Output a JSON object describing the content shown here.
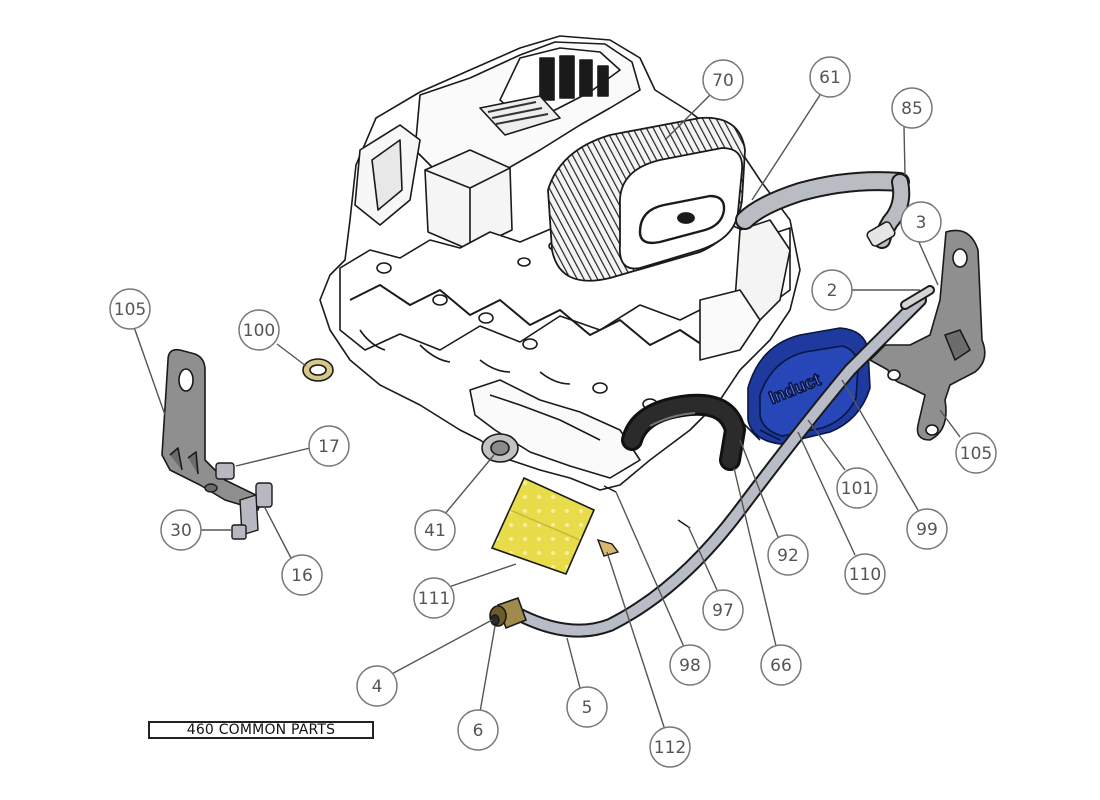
{
  "title_label": "460 COMMON PARTS",
  "balloons": [
    "70",
    "61",
    "85",
    "3",
    "2",
    "105",
    "100",
    "17",
    "30",
    "16",
    "41",
    "111",
    "4",
    "6",
    "5",
    "112",
    "98",
    "66",
    "97",
    "92",
    "110",
    "101",
    "99",
    "105"
  ],
  "part_label_text": "Induct",
  "colors": {
    "leader": "#555555",
    "balloon_stroke": "#777777",
    "part_outline": "#1a1a1a",
    "highlight_blue": "#1e3a9e",
    "highlight_yellow": "#e9dc4a",
    "hose_gray": "#a9acb3",
    "bracket_gray": "#8f8f8f"
  }
}
